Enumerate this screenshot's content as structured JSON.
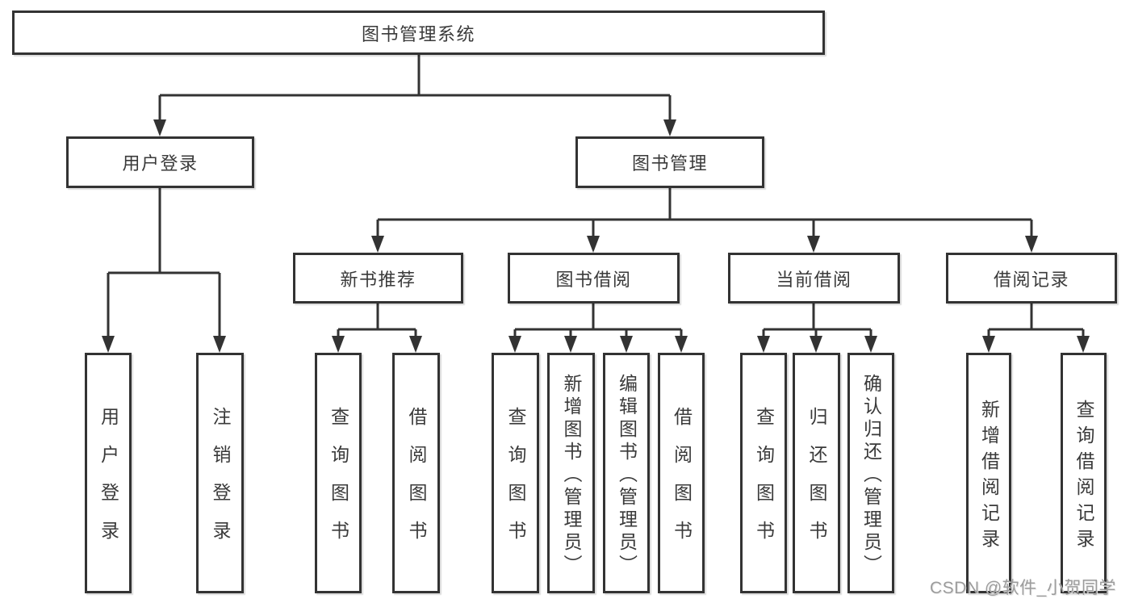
{
  "tree": {
    "root": {
      "label": "图书管理系统",
      "children": [
        {
          "label": "用户登录",
          "children": [
            {
              "label": "用户登录"
            },
            {
              "label": "注销登录"
            }
          ]
        },
        {
          "label": "图书管理",
          "children": [
            {
              "label": "新书推荐",
              "children": [
                {
                  "label": "查询图书"
                },
                {
                  "label": "借阅图书"
                }
              ]
            },
            {
              "label": "图书借阅",
              "children": [
                {
                  "label": "查询图书"
                },
                {
                  "label": "新增图书（管理员）"
                },
                {
                  "label": "编辑图书（管理员）"
                },
                {
                  "label": "借阅图书"
                }
              ]
            },
            {
              "label": "当前借阅",
              "children": [
                {
                  "label": "查询图书"
                },
                {
                  "label": "归还图书"
                },
                {
                  "label": "确认归还（管理员）"
                }
              ]
            },
            {
              "label": "借阅记录",
              "children": [
                {
                  "label": "新增借阅记录"
                },
                {
                  "label": "查询借阅记录"
                }
              ]
            }
          ]
        }
      ]
    }
  },
  "watermark": {
    "text": "CSDN @软件_小贺同学"
  },
  "colors": {
    "line": "#333333",
    "box_border": "#333333",
    "text": "#3a3a3a",
    "watermark": "#9c9c9c",
    "background": "#ffffff"
  }
}
